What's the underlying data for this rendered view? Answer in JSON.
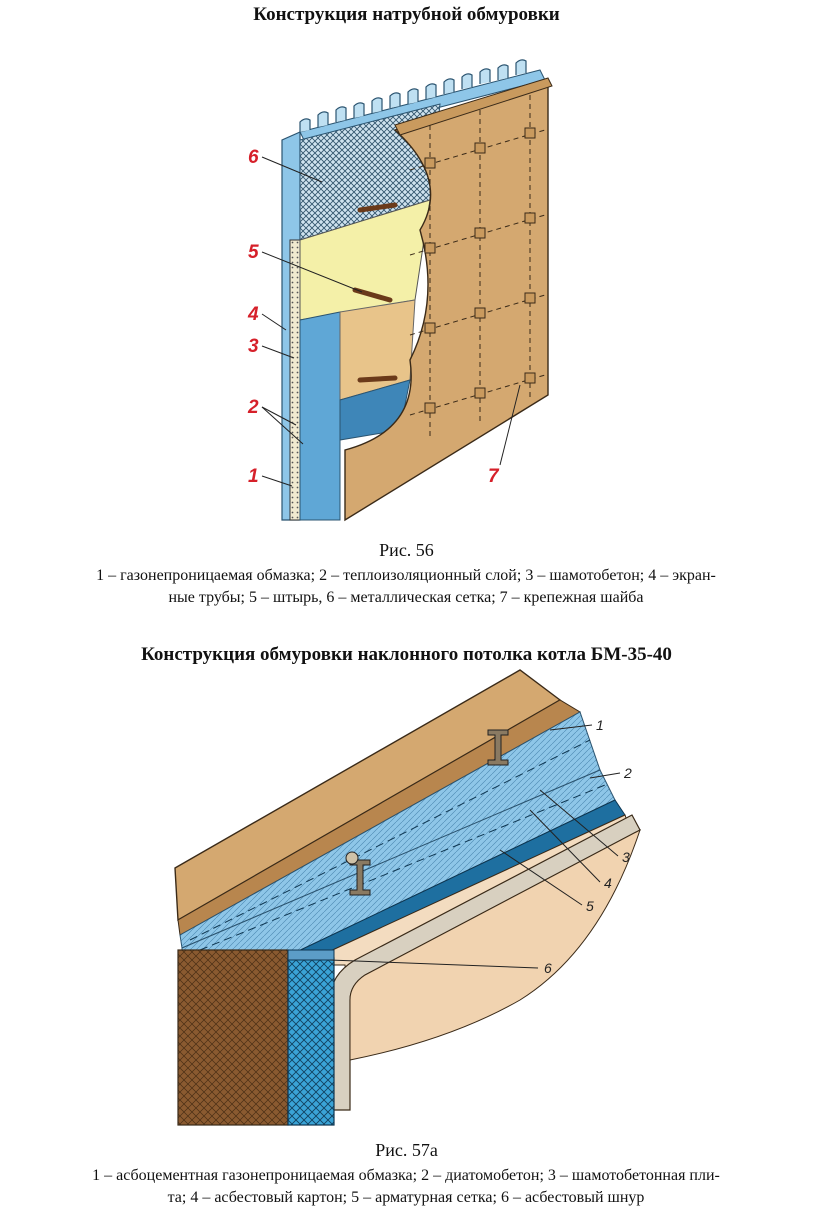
{
  "fig56": {
    "title": "Конструкция натрубной обмуровки",
    "figure_label": "Рис. 56",
    "caption_line1": "1 – газонепроницаемая обмазка; 2 – теплоизоляционный слой; 3 – шамотобетон; 4 – экран-",
    "caption_line2": "ные трубы; 5 – штырь, 6 – металлическая сетка; 7 – крепежная шайба",
    "labels": [
      "6",
      "5",
      "4",
      "3",
      "2",
      "1",
      "7"
    ]
  },
  "fig57": {
    "title": "Конструкция обмуровки наклонного потолка котла БМ-35-40",
    "figure_label": "Рис. 57а",
    "caption_line1": "1 – асбоцементная газонепроницаемая обмазка; 2 – диатомобетон; 3 – шамотобетонная пли-",
    "caption_line2": "та; 4 – асбестовый картон; 5 – арматурная сетка; 6 – асбестовый шнур",
    "labels": [
      "1",
      "2",
      "3",
      "4",
      "5",
      "6"
    ]
  },
  "colors": {
    "tube_blue": "#8ec6e8",
    "insulation_tan": "#e0b87e",
    "yellow_layer": "#f4f0a8",
    "brick_brown": "#8a5a30",
    "label_red": "#d6202a"
  }
}
